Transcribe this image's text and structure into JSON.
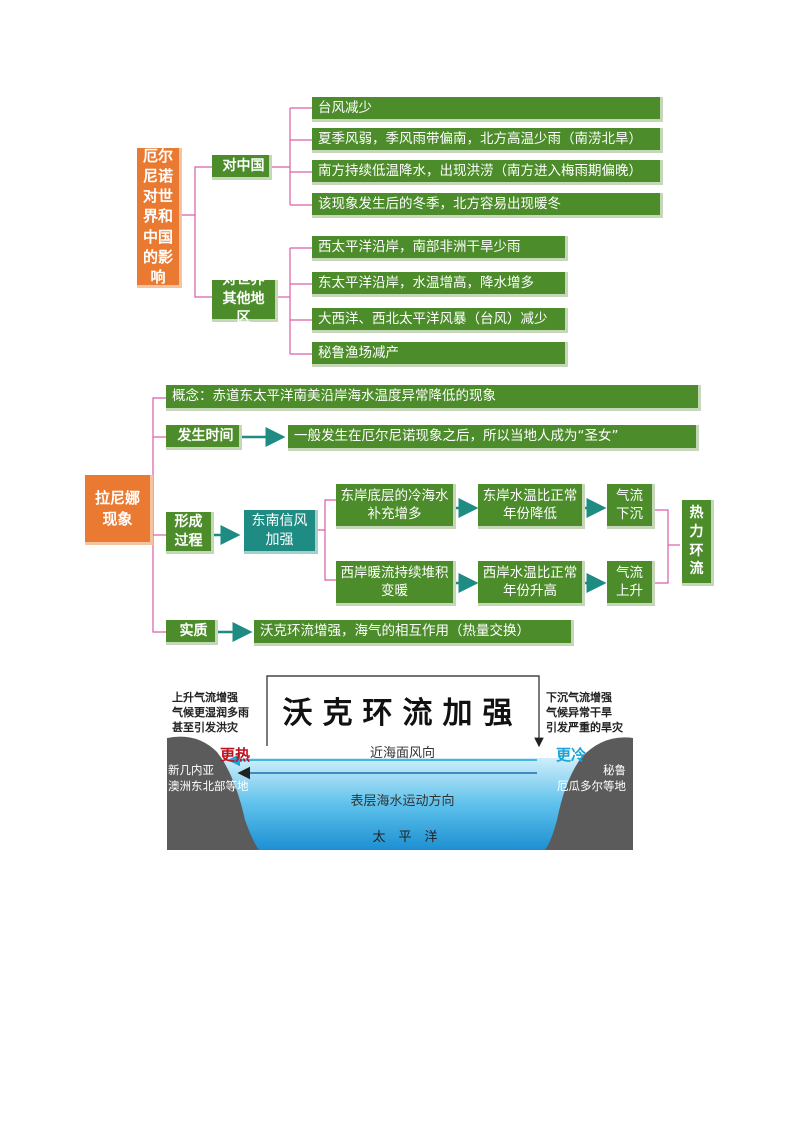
{
  "part1": {
    "root": "厄尔尼诺对世界和中国的影响",
    "branch_china": "对中国",
    "china_items": [
      "台风减少",
      "夏季风弱，季风雨带偏南，北方高温少雨（南涝北旱）",
      "南方持续低温降水，出现洪涝（南方进入梅雨期偏晚）",
      "该现象发生后的冬季，北方容易出现暖冬"
    ],
    "branch_world": "对世界其他地区",
    "world_items": [
      "西太平洋沿岸，南部非洲干旱少雨",
      "东太平洋沿岸，水温增高，降水增多",
      "大西洋、西北太平洋风暴（台风）减少",
      "秘鲁渔场减产"
    ]
  },
  "part2": {
    "root": "拉尼娜现象",
    "concept": "概念：赤道东太平洋南美沿岸海水温度异常降低的现象",
    "time_label": "发生时间",
    "time_text": "一般发生在厄尔尼诺现象之后，所以当地人成为“圣女”",
    "process_label": "形成过程",
    "trade_wind": "东南信风加强",
    "east_bottom": "东岸底层的冷海水补充增多",
    "east_temp": "东岸水温比正常年份降低",
    "air_down": "气流下沉",
    "west_warm": "西岸暖流持续堆积变暖",
    "west_temp": "西岸水温比正常年份升高",
    "air_up": "气流上升",
    "thermal": "热力环流",
    "essence_label": "实质",
    "essence_text": "沃克环流增强，海气的相互作用（热量交换）"
  },
  "part3": {
    "title": "沃克环流加强",
    "left_note": [
      "上升气流增强",
      "气候更湿润多雨",
      "甚至引发洪灾"
    ],
    "right_note": [
      "下沉气流增强",
      "气候异常干旱",
      "引发严重的旱灾"
    ],
    "hotter": "更热",
    "colder": "更冷",
    "surface_wind": "近海面风向",
    "ocean_current": "表层海水运动方向",
    "ocean": "太　平　洋",
    "left_region": [
      "新几内亚",
      "澳洲东北部等地"
    ],
    "right_region": [
      "秘鲁",
      "厄瓜多尔等地"
    ],
    "colors": {
      "hot": "#c0111f",
      "cold": "#1aa3d9",
      "box_green": "#4c8c2a",
      "orange": "#ea7a32",
      "teal": "#1f8c84"
    }
  }
}
